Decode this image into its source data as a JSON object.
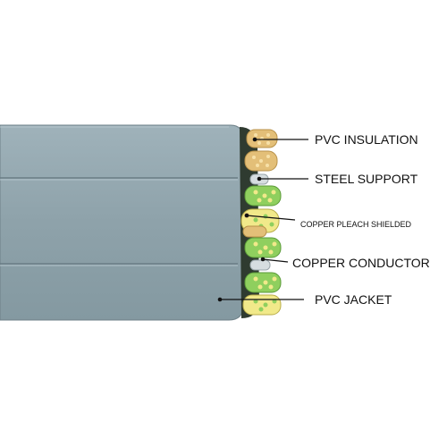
{
  "colors": {
    "jacket": "#8fa3ab",
    "jacket_band": "#a2b4bc",
    "jacket_edge": "#6e8088",
    "copper": "#e3bf78",
    "green": "#8fcf5e",
    "yellow": "#f1e98a",
    "steel": "#d6dde0"
  },
  "labels": {
    "pvc_insulation": "PVC INSULATION",
    "steel_support": "STEEL SUPPORT",
    "copper_pleach_shielded": "COPPER PLEACH SHIELDED",
    "copper_conductor": "COPPER CONDUCTOR",
    "pvc_jacket": "PVC JACKET"
  }
}
